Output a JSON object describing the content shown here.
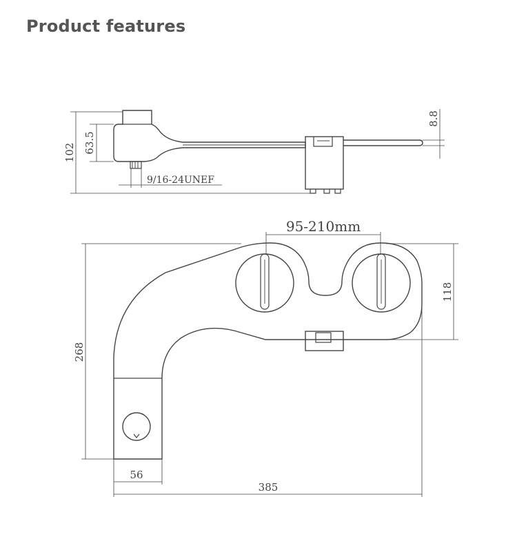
{
  "header": {
    "title": "Product features"
  },
  "side_view": {
    "dims": {
      "height_total": "102",
      "height_body": "63.5",
      "thickness": "8.8",
      "thread": "9/16-24UNEF"
    }
  },
  "top_view": {
    "dims": {
      "hole_spacing": "95-210mm",
      "depth": "118",
      "length": "268",
      "base_width": "56",
      "overall_width": "385"
    }
  },
  "colors": {
    "line": "#444444",
    "title": "#555555"
  }
}
